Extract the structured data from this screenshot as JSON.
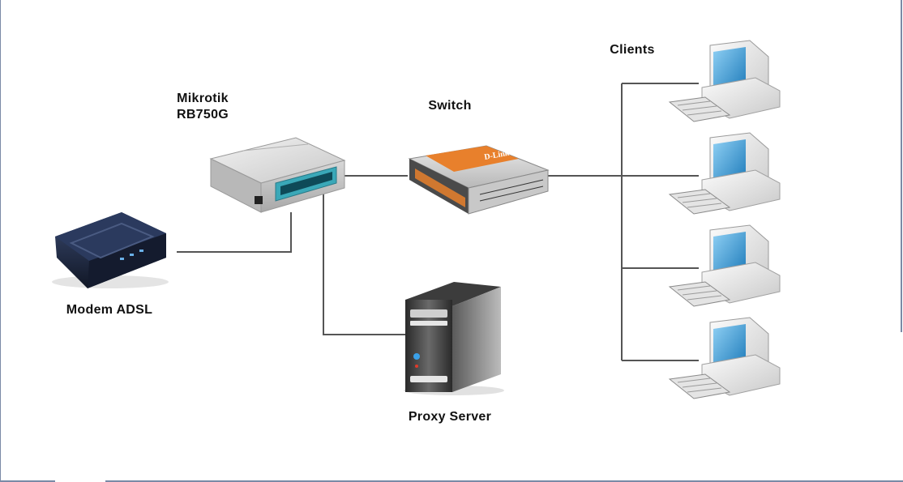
{
  "diagram": {
    "nodes": {
      "modem": {
        "label": "Modem ADSL"
      },
      "router": {
        "label_line1": "Mikrotik",
        "label_line2": "RB750G"
      },
      "switch": {
        "label": "Switch",
        "brand": "D-Link"
      },
      "proxy": {
        "label": "Proxy Server"
      },
      "clients": {
        "label": "Clients",
        "count": 4
      }
    },
    "edges": [
      {
        "from": "modem",
        "to": "router"
      },
      {
        "from": "router",
        "to": "switch"
      },
      {
        "from": "router",
        "to": "proxy"
      },
      {
        "from": "switch",
        "to": "client-1"
      },
      {
        "from": "switch",
        "to": "client-2"
      },
      {
        "from": "switch",
        "to": "client-3"
      },
      {
        "from": "switch",
        "to": "client-4"
      }
    ],
    "colors": {
      "line": "#555555",
      "switch_accent": "#e8802c",
      "router_accent": "#36b8c8",
      "screen": "#2a8ec8"
    }
  }
}
